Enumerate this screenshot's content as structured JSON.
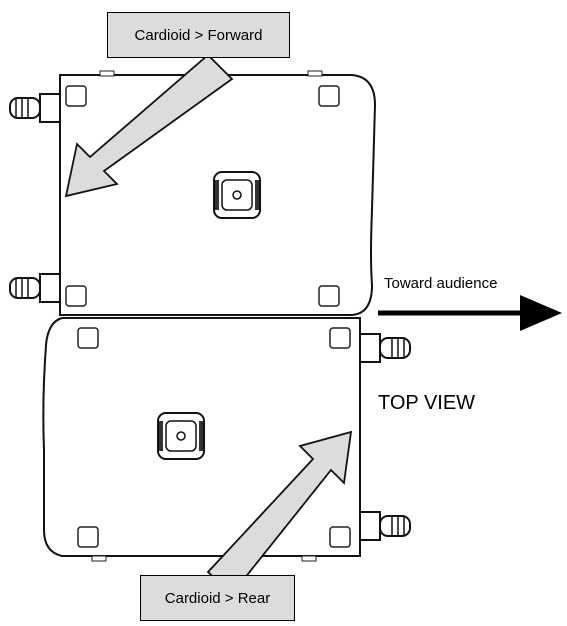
{
  "callouts": {
    "forward": "Cardioid > Forward",
    "rear": "Cardioid > Rear"
  },
  "labels": {
    "audience": "Toward audience",
    "view": "TOP VIEW"
  },
  "colors": {
    "outline": "#111111",
    "callout_fill": "#dcdcdc",
    "arrow_fill": "#dcdcdc",
    "cabinet_fill": "#ffffff"
  }
}
